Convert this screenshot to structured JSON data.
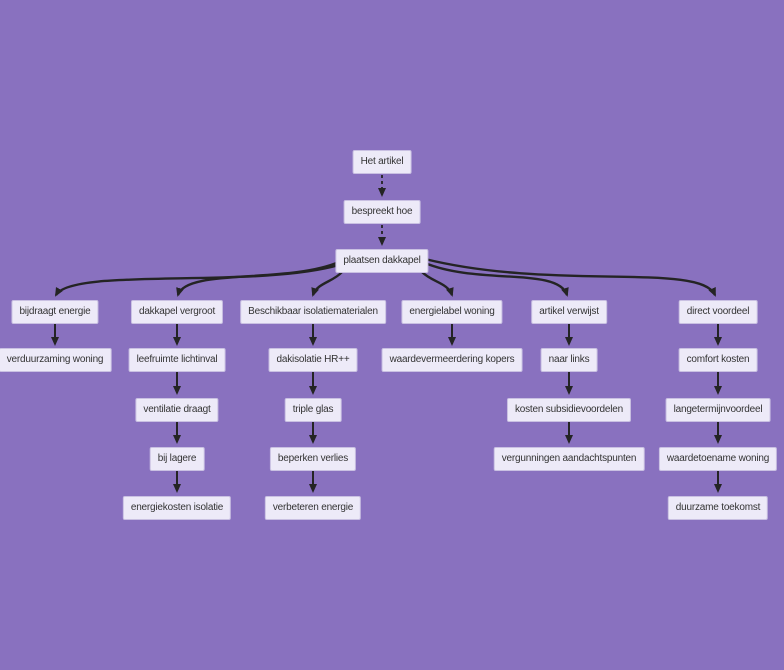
{
  "diagram": {
    "type": "flowchart",
    "direction": "top-down",
    "nodes": [
      {
        "id": "het-artikel",
        "label": "Het artikel"
      },
      {
        "id": "bespreekt-hoe",
        "label": "bespreekt hoe"
      },
      {
        "id": "plaatsen-dakkapel",
        "label": "plaatsen dakkapel"
      },
      {
        "id": "bijdraagt-energie",
        "label": "bijdraagt energie"
      },
      {
        "id": "verduurzaming-woning",
        "label": "verduurzaming woning"
      },
      {
        "id": "dakkapel-vergroot",
        "label": "dakkapel vergroot"
      },
      {
        "id": "leefruimte-lichtinval",
        "label": "leefruimte lichtinval"
      },
      {
        "id": "ventilatie-draagt",
        "label": "ventilatie draagt"
      },
      {
        "id": "bij-lagere",
        "label": "bij lagere"
      },
      {
        "id": "energiekosten-isolatie",
        "label": "energiekosten isolatie"
      },
      {
        "id": "beschikbaar-isolatiematerialen",
        "label": "Beschikbaar isolatiematerialen"
      },
      {
        "id": "dakisolatie-hr",
        "label": "dakisolatie HR++"
      },
      {
        "id": "triple-glas",
        "label": "triple glas"
      },
      {
        "id": "beperken-verlies",
        "label": "beperken verlies"
      },
      {
        "id": "verbeteren-energie",
        "label": "verbeteren energie"
      },
      {
        "id": "energielabel-woning",
        "label": "energielabel woning"
      },
      {
        "id": "waardevermeerdering-kopers",
        "label": "waardevermeerdering kopers"
      },
      {
        "id": "artikel-verwijst",
        "label": "artikel verwijst"
      },
      {
        "id": "naar-links",
        "label": "naar links"
      },
      {
        "id": "kosten-subsidievoordelen",
        "label": "kosten subsidievoordelen"
      },
      {
        "id": "vergunningen-aandachtspunten",
        "label": "vergunningen aandachtspunten"
      },
      {
        "id": "direct-voordeel",
        "label": "direct voordeel"
      },
      {
        "id": "comfort-kosten",
        "label": "comfort kosten"
      },
      {
        "id": "langetermijnvoordeel",
        "label": "langetermijnvoordeel"
      },
      {
        "id": "waardetoename-woning",
        "label": "waardetoename woning"
      },
      {
        "id": "duurzame-toekomst",
        "label": "duurzame toekomst"
      }
    ],
    "edges": [
      {
        "from": "het-artikel",
        "to": "bespreekt-hoe",
        "style": "dashed"
      },
      {
        "from": "bespreekt-hoe",
        "to": "plaatsen-dakkapel",
        "style": "dashed"
      },
      {
        "from": "plaatsen-dakkapel",
        "to": "bijdraagt-energie",
        "style": "curved"
      },
      {
        "from": "plaatsen-dakkapel",
        "to": "dakkapel-vergroot",
        "style": "curved"
      },
      {
        "from": "plaatsen-dakkapel",
        "to": "beschikbaar-isolatiematerialen",
        "style": "curved"
      },
      {
        "from": "plaatsen-dakkapel",
        "to": "energielabel-woning",
        "style": "curved"
      },
      {
        "from": "plaatsen-dakkapel",
        "to": "artikel-verwijst",
        "style": "curved"
      },
      {
        "from": "plaatsen-dakkapel",
        "to": "direct-voordeel",
        "style": "curved"
      },
      {
        "from": "bijdraagt-energie",
        "to": "verduurzaming-woning",
        "style": "solid"
      },
      {
        "from": "dakkapel-vergroot",
        "to": "leefruimte-lichtinval",
        "style": "solid"
      },
      {
        "from": "leefruimte-lichtinval",
        "to": "ventilatie-draagt",
        "style": "solid"
      },
      {
        "from": "ventilatie-draagt",
        "to": "bij-lagere",
        "style": "solid"
      },
      {
        "from": "bij-lagere",
        "to": "energiekosten-isolatie",
        "style": "solid"
      },
      {
        "from": "beschikbaar-isolatiematerialen",
        "to": "dakisolatie-hr",
        "style": "solid"
      },
      {
        "from": "dakisolatie-hr",
        "to": "triple-glas",
        "style": "solid"
      },
      {
        "from": "triple-glas",
        "to": "beperken-verlies",
        "style": "solid"
      },
      {
        "from": "beperken-verlies",
        "to": "verbeteren-energie",
        "style": "solid"
      },
      {
        "from": "energielabel-woning",
        "to": "waardevermeerdering-kopers",
        "style": "solid"
      },
      {
        "from": "artikel-verwijst",
        "to": "naar-links",
        "style": "solid"
      },
      {
        "from": "naar-links",
        "to": "kosten-subsidievoordelen",
        "style": "solid"
      },
      {
        "from": "kosten-subsidievoordelen",
        "to": "vergunningen-aandachtspunten",
        "style": "solid"
      },
      {
        "from": "direct-voordeel",
        "to": "comfort-kosten",
        "style": "solid"
      },
      {
        "from": "comfort-kosten",
        "to": "langetermijnvoordeel",
        "style": "solid"
      },
      {
        "from": "langetermijnvoordeel",
        "to": "waardetoename-woning",
        "style": "solid"
      },
      {
        "from": "waardetoename-woning",
        "to": "duurzame-toekomst",
        "style": "solid"
      }
    ],
    "colors": {
      "background": "#8971bf",
      "node_fill": "#edeaf8",
      "node_border": "#c9c0e2",
      "node_text": "#333333",
      "edge": "#242424"
    }
  }
}
